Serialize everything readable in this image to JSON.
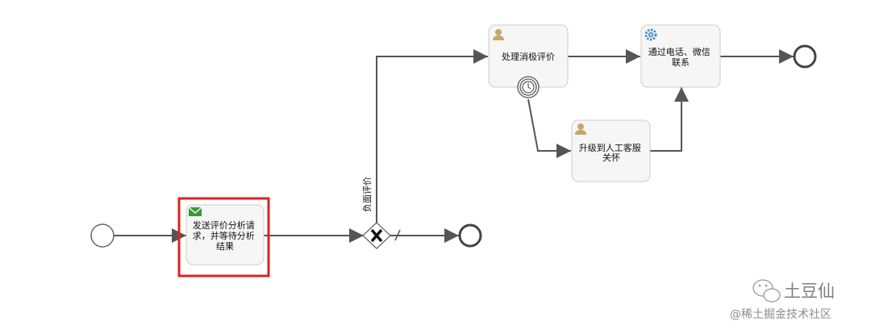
{
  "diagram": {
    "tasks": {
      "send_request": {
        "lines": [
          "发送评价分析请",
          "求，并等待分析",
          "结果"
        ],
        "icon": "envelope-icon",
        "highlight_color": "#e02020"
      },
      "handle_negative": {
        "lines": [
          "处理消极评价"
        ],
        "icon": "user-icon"
      },
      "escalate": {
        "lines": [
          "升级到人工客服",
          "关怀"
        ],
        "icon": "user-icon"
      },
      "contact": {
        "lines": [
          "通过电话、微信",
          "联系"
        ],
        "icon": "gear-icon"
      }
    },
    "gateway_icon": "x-gateway-icon",
    "timer_icon": "timer-icon",
    "flow_labels": {
      "negative": "负面评价"
    }
  },
  "watermark": {
    "main": "土豆仙",
    "sub": "@稀土掘金技术社区"
  },
  "colors": {
    "task_fill": "#f6f6f6",
    "task_border": "#cccccc",
    "line": "#555555",
    "user_icon": "#c8a66a",
    "gear_icon": "#4a90c8",
    "envelope_icon": "#3a9a3a"
  }
}
